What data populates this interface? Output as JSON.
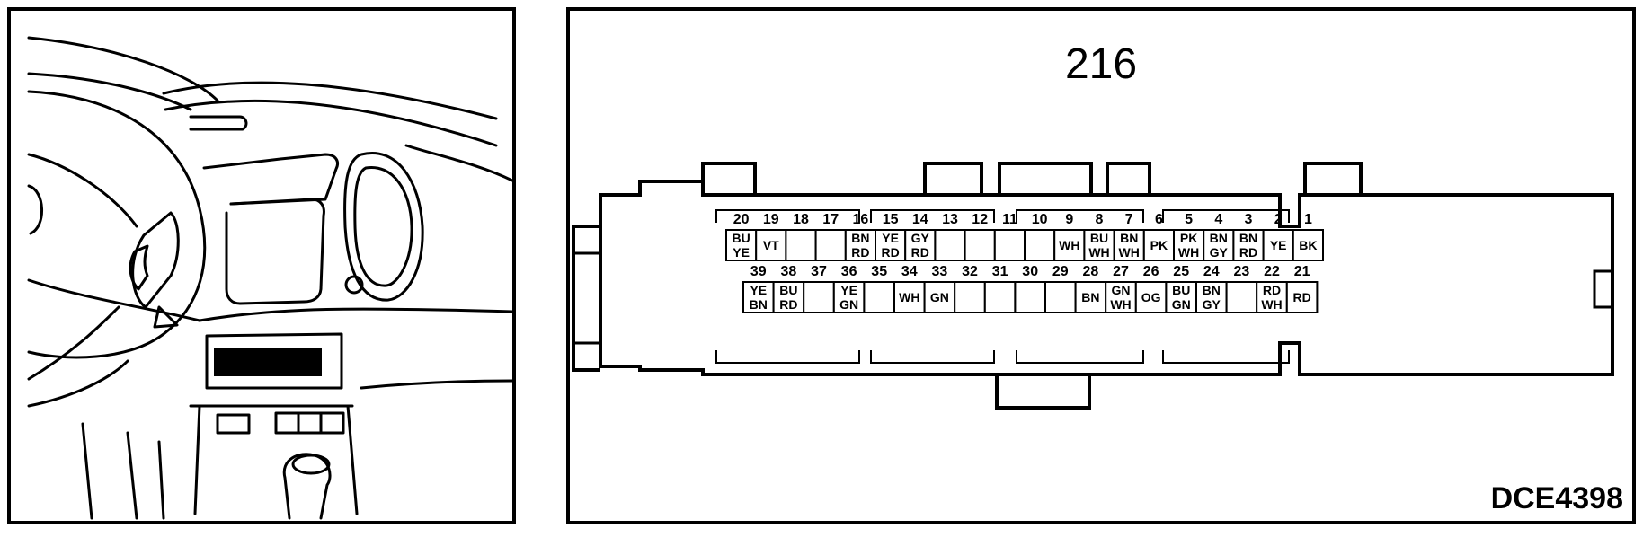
{
  "connector": {
    "id": "216",
    "figure_code": "DCE4398"
  },
  "upper_row": [
    {
      "pin": "20",
      "colors": [
        "BU",
        "YE"
      ]
    },
    {
      "pin": "19",
      "colors": [
        "VT"
      ]
    },
    {
      "pin": "18",
      "colors": []
    },
    {
      "pin": "17",
      "colors": []
    },
    {
      "pin": "16",
      "colors": [
        "BN",
        "RD"
      ]
    },
    {
      "pin": "15",
      "colors": [
        "YE",
        "RD"
      ]
    },
    {
      "pin": "14",
      "colors": [
        "GY",
        "RD"
      ]
    },
    {
      "pin": "13",
      "colors": []
    },
    {
      "pin": "12",
      "colors": []
    },
    {
      "pin": "11",
      "colors": []
    },
    {
      "pin": "10",
      "colors": []
    },
    {
      "pin": "9",
      "colors": [
        "WH"
      ]
    },
    {
      "pin": "8",
      "colors": [
        "BU",
        "WH"
      ]
    },
    {
      "pin": "7",
      "colors": [
        "BN",
        "WH"
      ]
    },
    {
      "pin": "6",
      "colors": [
        "PK"
      ]
    },
    {
      "pin": "5",
      "colors": [
        "PK",
        "WH"
      ]
    },
    {
      "pin": "4",
      "colors": [
        "BN",
        "GY"
      ]
    },
    {
      "pin": "3",
      "colors": [
        "BN",
        "RD"
      ]
    },
    {
      "pin": "2",
      "colors": [
        "YE"
      ]
    },
    {
      "pin": "1",
      "colors": [
        "BK"
      ]
    }
  ],
  "lower_row": [
    {
      "pin": "39",
      "colors": [
        "YE",
        "BN"
      ]
    },
    {
      "pin": "38",
      "colors": [
        "BU",
        "RD"
      ]
    },
    {
      "pin": "37",
      "colors": []
    },
    {
      "pin": "36",
      "colors": [
        "YE",
        "GN"
      ]
    },
    {
      "pin": "35",
      "colors": []
    },
    {
      "pin": "34",
      "colors": [
        "WH"
      ]
    },
    {
      "pin": "33",
      "colors": [
        "GN"
      ]
    },
    {
      "pin": "32",
      "colors": []
    },
    {
      "pin": "31",
      "colors": []
    },
    {
      "pin": "30",
      "colors": []
    },
    {
      "pin": "29",
      "colors": []
    },
    {
      "pin": "28",
      "colors": [
        "BN"
      ]
    },
    {
      "pin": "27",
      "colors": [
        "GN",
        "WH"
      ]
    },
    {
      "pin": "26",
      "colors": [
        "OG"
      ]
    },
    {
      "pin": "25",
      "colors": [
        "BU",
        "GN"
      ]
    },
    {
      "pin": "24",
      "colors": [
        "BN",
        "GY"
      ]
    },
    {
      "pin": "23",
      "colors": []
    },
    {
      "pin": "22",
      "colors": [
        "RD",
        "WH"
      ]
    },
    {
      "pin": "21",
      "colors": [
        "RD"
      ]
    }
  ]
}
